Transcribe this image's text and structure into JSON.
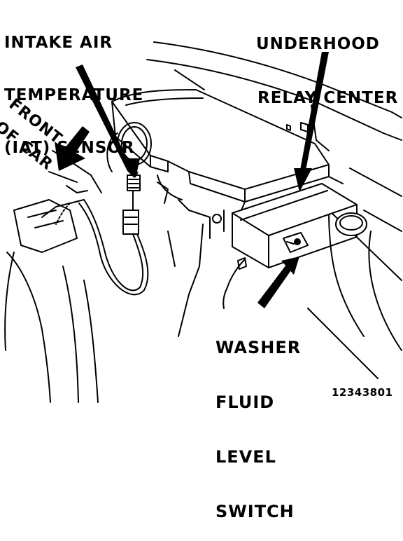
{
  "labels": {
    "iat": [
      "INTAKE AIR",
      "TEMPERATURE",
      "(IAT) SENSOR"
    ],
    "relay": [
      "UNDERHOOD",
      "RELAY CENTER"
    ],
    "front": [
      "FRONT",
      "OF CAR"
    ],
    "washer": [
      "WASHER",
      "FLUID",
      "LEVEL",
      "SWITCH"
    ],
    "figure_number": "12343801"
  }
}
